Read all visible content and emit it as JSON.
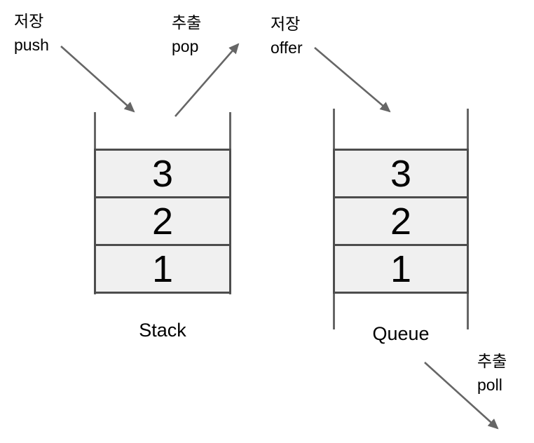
{
  "diagram": {
    "stack": {
      "label": "Stack",
      "items": [
        "3",
        "2",
        "1"
      ],
      "operations": {
        "push": {
          "korean": "저장",
          "method": "push"
        },
        "pop": {
          "korean": "추출",
          "method": "pop"
        }
      }
    },
    "queue": {
      "label": "Queue",
      "items": [
        "3",
        "2",
        "1"
      ],
      "operations": {
        "offer": {
          "korean": "저장",
          "method": "offer"
        },
        "poll": {
          "korean": "추출",
          "method": "poll"
        }
      }
    },
    "colors": {
      "arrow": "#666666",
      "wall": "#666666",
      "box_border": "#4d4d4d",
      "box_fill": "#f0f0f0",
      "text": "#000000",
      "background": "#ffffff"
    }
  }
}
